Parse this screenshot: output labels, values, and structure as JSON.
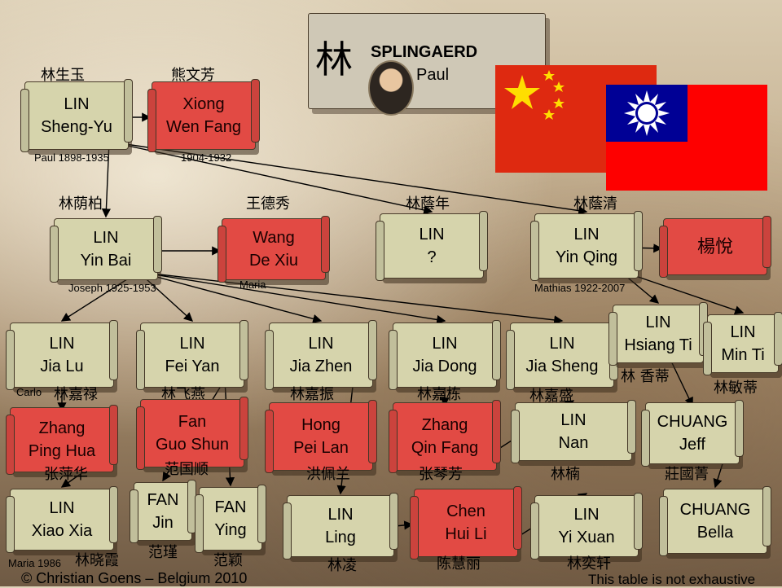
{
  "header": {
    "glyph": "林",
    "surname": "SPLINGAERD",
    "given_name": "Paul"
  },
  "colors": {
    "male_box": "#d6d4ac",
    "female_box": "#e24a44",
    "flag_prc_red": "#de2910",
    "flag_prc_star": "#ffde00",
    "flag_roc_red": "#fe0000",
    "flag_roc_blue": "#000095"
  },
  "icons": [
    "portrait-icon",
    "flag-prc-icon",
    "flag-roc-icon"
  ],
  "people": [
    {
      "id": "lin-sheng-yu",
      "name": "LIN\nSheng-Yu",
      "cn": "林生玉",
      "note": "Paul 1898-1935",
      "gender": "male"
    },
    {
      "id": "xiong-wen-fang",
      "name": "Xiong\nWen Fang",
      "cn": "熊文芳",
      "note": "1904-1932",
      "gender": "female"
    },
    {
      "id": "lin-yin-bai",
      "name": "LIN\nYin Bai",
      "cn": "林荫柏",
      "note": "Joseph 1925-1953",
      "gender": "male"
    },
    {
      "id": "wang-de-xiu",
      "name": "Wang\nDe Xiu",
      "cn": "王德秀",
      "note": "Maria",
      "gender": "female"
    },
    {
      "id": "lin-unknown",
      "name": "LIN\n?",
      "cn": "林蔭年",
      "note": "",
      "gender": "male"
    },
    {
      "id": "lin-yin-qing",
      "name": "LIN\nYin Qing",
      "cn": "林蔭清",
      "note": "Mathias 1922-2007",
      "gender": "male"
    },
    {
      "id": "yang-yue",
      "name": "楊悅",
      "cn": "",
      "note": "",
      "gender": "female"
    },
    {
      "id": "lin-jia-lu",
      "name": "LIN\nJia Lu",
      "cn": "林嘉禄",
      "note": "Carlo",
      "gender": "male"
    },
    {
      "id": "lin-fei-yan",
      "name": "LIN\nFei Yan",
      "cn": "林飞燕",
      "note": "",
      "gender": "male"
    },
    {
      "id": "lin-jia-zhen",
      "name": "LIN\nJia Zhen",
      "cn": "林嘉振",
      "note": "",
      "gender": "male"
    },
    {
      "id": "lin-jia-dong",
      "name": "LIN\nJia Dong",
      "cn": "林嘉栋",
      "note": "",
      "gender": "male"
    },
    {
      "id": "lin-jia-sheng",
      "name": "LIN\nJia Sheng",
      "cn": "林嘉盛",
      "note": "",
      "gender": "male"
    },
    {
      "id": "lin-hsiang-ti",
      "name": "LIN\nHsiang Ti",
      "cn": "林 香蒂",
      "note": "",
      "gender": "male"
    },
    {
      "id": "lin-min-ti",
      "name": "LIN\nMin Ti",
      "cn": "林敏蒂",
      "note": "",
      "gender": "male"
    },
    {
      "id": "zhang-ping-hua",
      "name": "Zhang\nPing Hua",
      "cn": "张萍华",
      "note": "",
      "gender": "female"
    },
    {
      "id": "fan-guo-shun",
      "name": "Fan\nGuo Shun",
      "cn": "范国顺",
      "note": "",
      "gender": "female"
    },
    {
      "id": "hong-pei-lan",
      "name": "Hong\nPei Lan",
      "cn": "洪佩兰",
      "note": "",
      "gender": "female"
    },
    {
      "id": "zhang-qin-fang",
      "name": "Zhang\nQin Fang",
      "cn": "张琴芳",
      "note": "",
      "gender": "female"
    },
    {
      "id": "lin-nan",
      "name": "LIN\nNan",
      "cn": "林楠",
      "note": "",
      "gender": "male"
    },
    {
      "id": "chuang-jeff",
      "name": "CHUANG\nJeff",
      "cn": "莊國菁",
      "note": "",
      "gender": "male"
    },
    {
      "id": "lin-xiao-xia",
      "name": "LIN\nXiao Xia",
      "cn": "林晓霞",
      "note": "Maria 1986",
      "gender": "male"
    },
    {
      "id": "fan-jin",
      "name": "FAN\nJin",
      "cn": "范瑾",
      "note": "",
      "gender": "male"
    },
    {
      "id": "fan-ying",
      "name": "FAN\nYing",
      "cn": "范颖",
      "note": "",
      "gender": "male"
    },
    {
      "id": "lin-ling",
      "name": "LIN\nLing",
      "cn": "林凌",
      "note": "",
      "gender": "male"
    },
    {
      "id": "chen-hui-li",
      "name": "Chen\nHui Li",
      "cn": "陈慧丽",
      "note": "",
      "gender": "female"
    },
    {
      "id": "lin-yi-xuan",
      "name": "LIN\nYi Xuan",
      "cn": "林奕轩",
      "note": "",
      "gender": "male"
    },
    {
      "id": "chuang-bella",
      "name": "CHUANG\nBella",
      "cn": "",
      "note": "",
      "gender": "male"
    }
  ],
  "relations": [
    {
      "from": "lin-sheng-yu",
      "to": "xiong-wen-fang",
      "type": "spouse"
    },
    {
      "from": "lin-sheng-yu",
      "to": "lin-yin-bai",
      "type": "child"
    },
    {
      "from": "lin-sheng-yu",
      "to": "lin-unknown",
      "type": "child"
    },
    {
      "from": "lin-sheng-yu",
      "to": "lin-yin-qing",
      "type": "child"
    },
    {
      "from": "lin-yin-bai",
      "to": "wang-de-xiu",
      "type": "spouse"
    },
    {
      "from": "lin-yin-bai",
      "to": "lin-jia-lu",
      "type": "child"
    },
    {
      "from": "lin-yin-bai",
      "to": "lin-fei-yan",
      "type": "child"
    },
    {
      "from": "lin-yin-bai",
      "to": "lin-jia-zhen",
      "type": "child"
    },
    {
      "from": "lin-yin-bai",
      "to": "lin-jia-dong",
      "type": "child"
    },
    {
      "from": "lin-yin-bai",
      "to": "lin-jia-sheng",
      "type": "child"
    },
    {
      "from": "lin-yin-qing",
      "to": "yang-yue",
      "type": "spouse"
    },
    {
      "from": "lin-yin-qing",
      "to": "lin-hsiang-ti",
      "type": "child"
    },
    {
      "from": "lin-yin-qing",
      "to": "lin-min-ti",
      "type": "child"
    },
    {
      "from": "lin-jia-lu",
      "to": "zhang-ping-hua",
      "type": "spouse"
    },
    {
      "from": "zhang-ping-hua",
      "to": "lin-xiao-xia",
      "type": "child"
    },
    {
      "from": "lin-fei-yan",
      "to": "fan-jin",
      "type": "child"
    },
    {
      "from": "lin-fei-yan",
      "to": "fan-ying",
      "type": "child"
    },
    {
      "from": "lin-jia-zhen",
      "to": "lin-ling",
      "type": "child"
    },
    {
      "from": "lin-jia-dong",
      "to": "zhang-qin-fang",
      "type": "spouse"
    },
    {
      "from": "zhang-qin-fang",
      "to": "lin-nan",
      "type": "child"
    },
    {
      "from": "lin-hsiang-ti",
      "to": "chuang-jeff",
      "type": "spouse"
    },
    {
      "from": "chuang-jeff",
      "to": "chuang-bella",
      "type": "child"
    },
    {
      "from": "lin-ling",
      "to": "chen-hui-li",
      "type": "spouse"
    },
    {
      "from": "chen-hui-li",
      "to": "lin-yi-xuan",
      "type": "child"
    }
  ],
  "footer": {
    "copyright": "© Christian Goens – Belgium 2010",
    "disclaimer": "This table is not exhaustive"
  }
}
